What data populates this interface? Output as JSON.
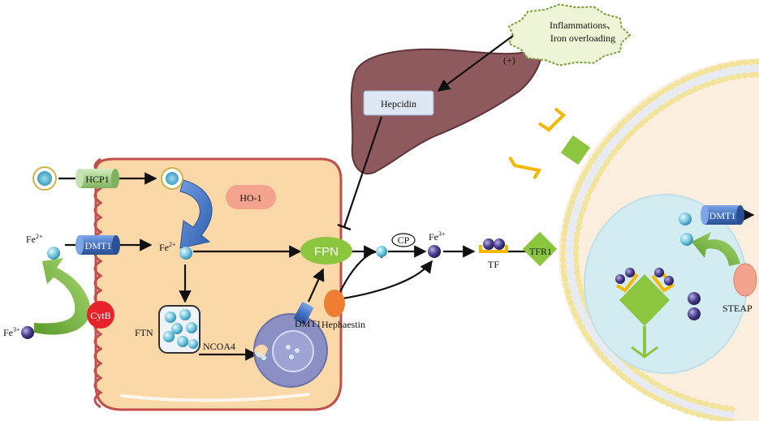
{
  "labels": {
    "inflammation_line1": "Inflammations、",
    "inflammation_line2": "Iron overloading",
    "plus": "(+)",
    "hepcidin": "Hepcidin",
    "hcp1": "HCP1",
    "ho1": "HO-1",
    "dmt1_membrane": "DMT1",
    "dmt1_endosome": "DMT1",
    "dmt1_right": "DMT1",
    "cytb": "CytB",
    "fe2_left": "Fe",
    "fe2_left_sup": "2+",
    "fe2_mid": "Fe",
    "fe2_mid_sup": "2+",
    "fe3_left": "Fe",
    "fe3_left_sup": "3+",
    "fe3_mid": "Fe",
    "fe3_mid_sup": "3+",
    "ftn": "FTN",
    "ncoa4": "NCOA4",
    "fpn": "FPN",
    "cp": "CP",
    "hephaestin": "Hephaestin",
    "tf": "TF",
    "tfr1": "TFR1",
    "steap": "STEAP"
  },
  "colors": {
    "cell_fill": "#fbd8a8",
    "cell_border": "#c0504d",
    "liver": "#8f5a5e",
    "hcp1": "#a7d08c",
    "dmt1": "#4472c4",
    "ho1": "#f4a38e",
    "cytb": "#e8222a",
    "fpn": "#8cc63f",
    "hephaestin": "#ed7d31",
    "fe2_ion": "#6cc4de",
    "fe3_ion": "#4b3f8f",
    "tf_bracket": "#f5b800",
    "tfr1": "#8cc63f",
    "endosome": "#cfe9f0",
    "lysosome": "#8a8fc4",
    "inflammation_cloud": "#eef5d6",
    "right_cell": "#fbeede"
  }
}
